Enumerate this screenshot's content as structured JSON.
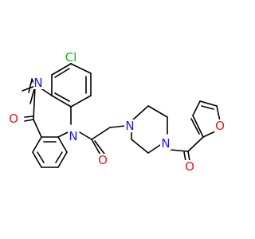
{
  "molecule": {
    "atoms": {
      "chlorine": "Cl",
      "n_methyl": "N",
      "n_amide": "N",
      "n_piperazine_1": "N",
      "n_piperazine_2": "N",
      "o_lactam": "O",
      "o_acyl": "O",
      "o_ketone": "O",
      "o_furan": "O"
    },
    "colors": {
      "bond": "#000000",
      "nitrogen": "#1a1ae6",
      "oxygen": "#e61a1a",
      "chlorine": "#1ab31a"
    }
  }
}
